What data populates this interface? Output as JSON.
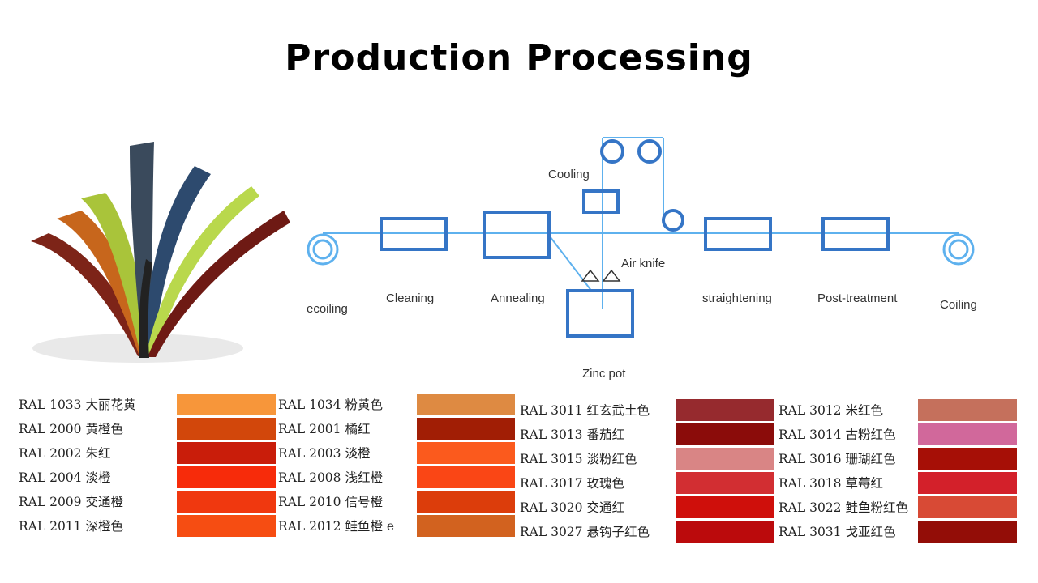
{
  "title": "Production Processing",
  "colors": {
    "line": "#5eb1ee",
    "box": "#3575c6"
  },
  "diagram": {
    "labels": {
      "decoiling": "ecoiling",
      "cleaning": "Cleaning",
      "annealing": "Annealing",
      "cooling": "Cooling",
      "air_knife": "Air knife",
      "zinc_pot": "Zinc pot",
      "straightening": "straightening",
      "post_treatment": "Post-treatment",
      "coiling": "Coiling"
    }
  },
  "swatches": {
    "columns": [
      {
        "rows": [
          {
            "label": "RAL 1033 大丽花黄",
            "color": "#f7963a"
          },
          {
            "label": "RAL 2000 黄橙色",
            "color": "#d2470b"
          },
          {
            "label": "RAL 2002 朱红",
            "color": "#c91d0a"
          },
          {
            "label": "RAL 2004 淡橙",
            "color": "#f72b0a"
          },
          {
            "label": "RAL 2009 交通橙",
            "color": "#f0380f"
          },
          {
            "label": "RAL 2011 深橙色",
            "color": "#f64d12"
          }
        ]
      },
      {
        "rows": [
          {
            "label": "RAL 1034 粉黄色",
            "color": "#de8a42"
          },
          {
            "label": "RAL 2001 橘红",
            "color": "#a11e05"
          },
          {
            "label": "RAL 2003 淡橙",
            "color": "#fb5a1d"
          },
          {
            "label": "RAL 2008 浅红橙",
            "color": "#fa4615"
          },
          {
            "label": "RAL 2010  信号橙",
            "color": "#dc3d0b"
          },
          {
            "label": "RAL 2012 鲑鱼橙 e",
            "color": "#d2621f"
          }
        ]
      },
      {
        "rows": [
          {
            "label": "RAL 3011 红玄武土色",
            "color": "#962a2e"
          },
          {
            "label": "RAL 3013 番茄红",
            "color": "#8b0c0a"
          },
          {
            "label": "RAL 3015 淡粉红色",
            "color": "#d98585"
          },
          {
            "label": "RAL 3017 玫瑰色",
            "color": "#d22e32"
          },
          {
            "label": "RAL 3020 交通红",
            "color": "#cf0f0b"
          },
          {
            "label": "RAL 3027 悬钩子红色",
            "color": "#bb0a0c"
          }
        ]
      },
      {
        "rows": [
          {
            "label": "RAL 3012 米红色",
            "color": "#c5705c"
          },
          {
            "label": "RAL 3014 古粉红色",
            "color": "#d1689b"
          },
          {
            "label": "RAL 3016 珊瑚红色",
            "color": "#a60f06"
          },
          {
            "label": "RAL 3018 草莓红",
            "color": "#d3202a"
          },
          {
            "label": "RAL 3022 鲑鱼粉红色",
            "color": "#d84a35"
          },
          {
            "label": "RAL 3031 戈亚红色",
            "color": "#930d07"
          }
        ]
      }
    ]
  }
}
